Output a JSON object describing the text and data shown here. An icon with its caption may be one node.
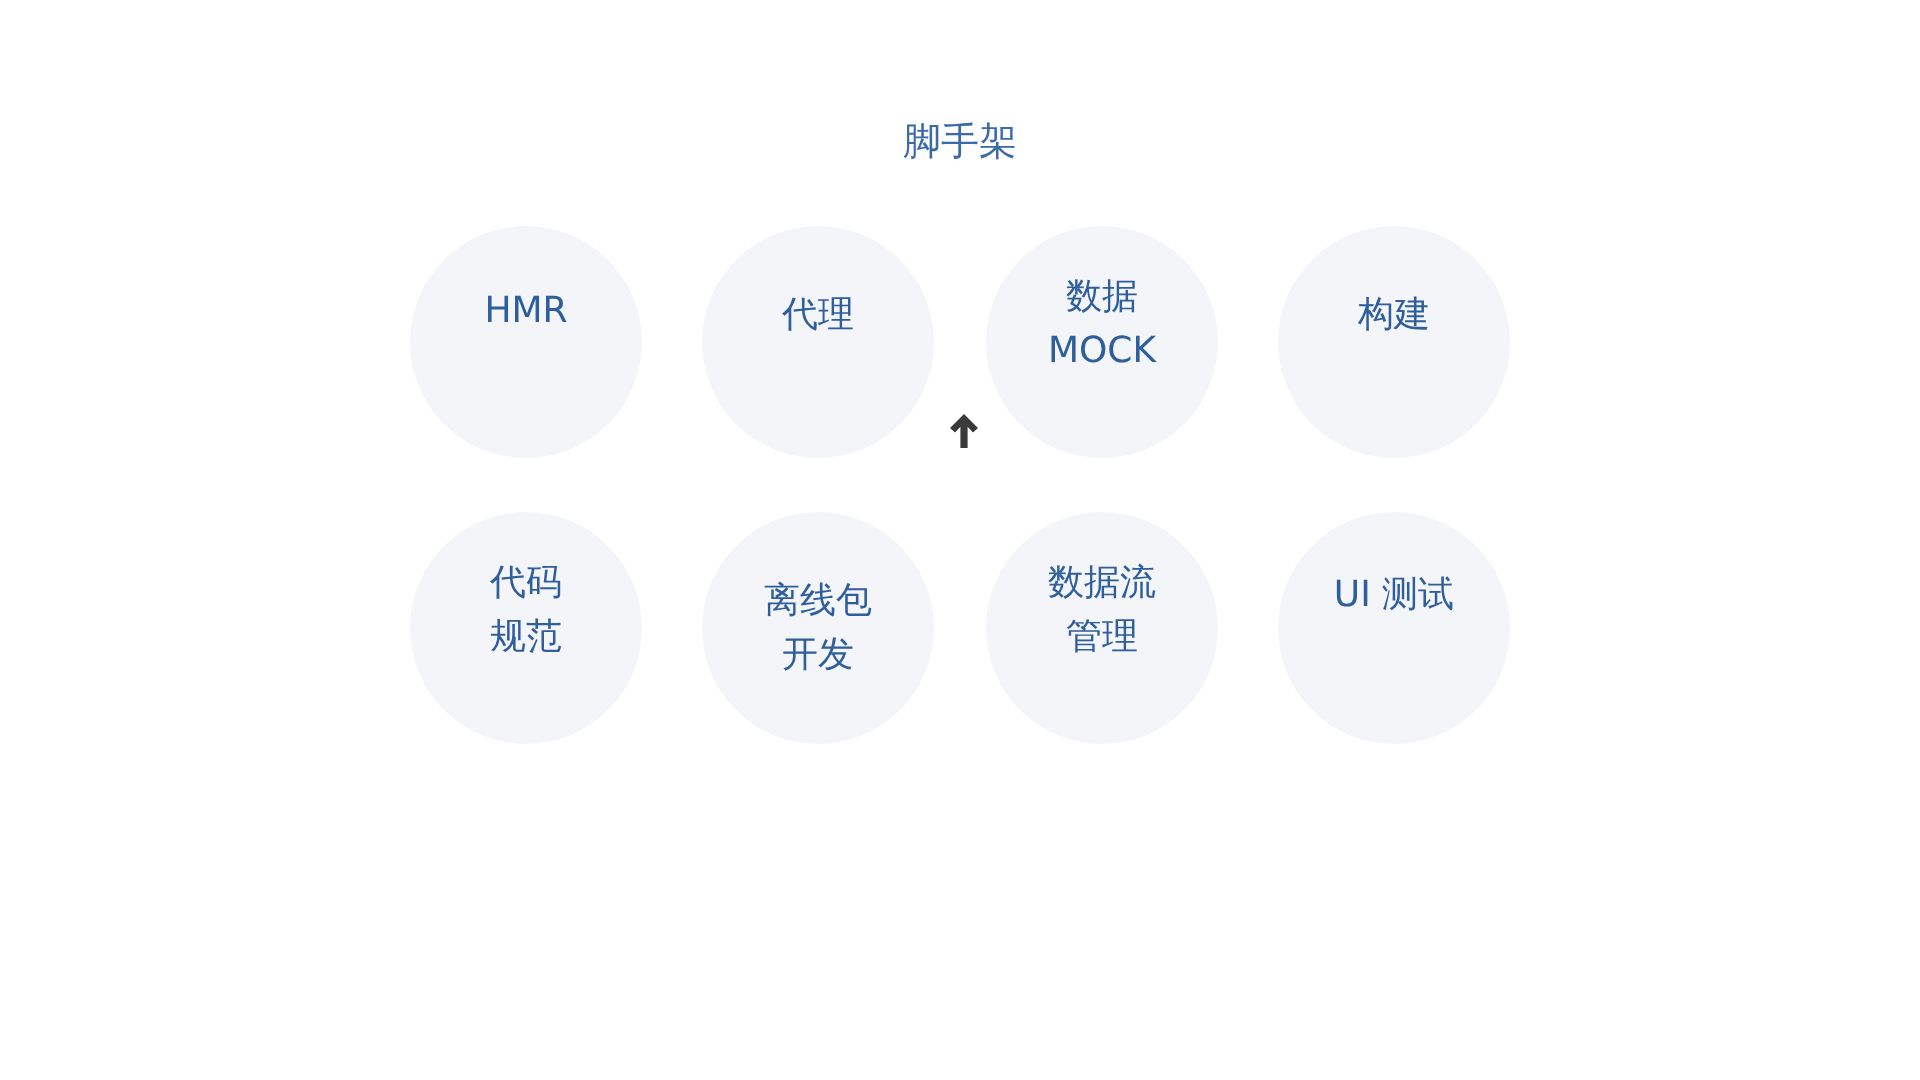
{
  "diagram": {
    "title": "脚手架",
    "nodes": [
      {
        "text": [
          "HMR"
        ]
      },
      {
        "text": [
          "代理"
        ]
      },
      {
        "text": [
          "数据MOCK"
        ]
      },
      {
        "text": [
          "构建"
        ]
      },
      {
        "text": [],
        "shape": "arrow"
      },
      {
        "text": [
          "代码规范"
        ]
      },
      {
        "text": [
          "离线包开发"
        ]
      },
      {
        "text": [
          "数据流管理"
        ]
      },
      {
        "text": [
          "UI 测试"
        ]
      }
    ]
  }
}
